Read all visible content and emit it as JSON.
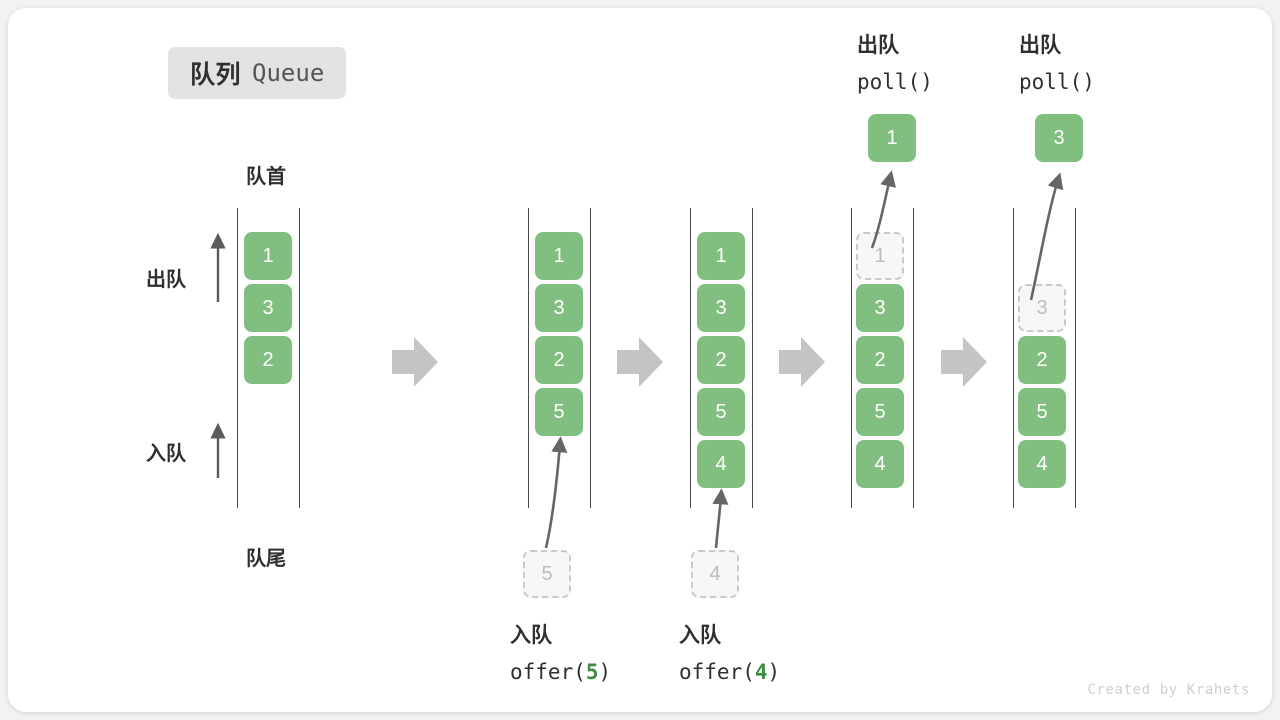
{
  "title": {
    "cn": "队列",
    "en": "Queue"
  },
  "axis_labels": {
    "head": "队首",
    "tail": "队尾",
    "dequeue": "出队",
    "enqueue": "入队"
  },
  "credit": "Created by Krahets",
  "colors": {
    "cell_fill": "#81bf81",
    "cell_text": "#ffffff",
    "ghost_fill": "#f7f7f7",
    "ghost_border": "#c9c9c9",
    "ghost_text": "#bdbdbd",
    "rail": "#4a4a4a",
    "arrow": "#666666",
    "big_arrow": "#c4c4c4",
    "accent_green": "#3f8c43",
    "badge_bg": "#e3e3e3"
  },
  "icons": {
    "transition": "right-arrow-icon",
    "dequeue_direction": "up-arrow-icon",
    "enqueue_direction": "up-arrow-icon",
    "curved": "curved-arrow-icon"
  },
  "steps": [
    {
      "id": "initial",
      "cells": [
        "1",
        "3",
        "2"
      ],
      "ghost_index": null,
      "ghost_value": null,
      "popped_value": null,
      "caption_cn": null,
      "caption_code": null,
      "caption_arg": null,
      "top_caption_cn": null,
      "top_caption_code": null
    },
    {
      "id": "offer-5",
      "cells": [
        "1",
        "3",
        "2",
        "5"
      ],
      "ghost_index": null,
      "ghost_value": "5",
      "popped_value": null,
      "caption_cn": "入队",
      "caption_code_prefix": "offer(",
      "caption_arg": "5",
      "caption_code_suffix": ")",
      "top_caption_cn": null,
      "top_caption_code": null
    },
    {
      "id": "offer-4",
      "cells": [
        "1",
        "3",
        "2",
        "5",
        "4"
      ],
      "ghost_index": null,
      "ghost_value": "4",
      "popped_value": null,
      "caption_cn": "入队",
      "caption_code_prefix": "offer(",
      "caption_arg": "4",
      "caption_code_suffix": ")",
      "top_caption_cn": null,
      "top_caption_code": null
    },
    {
      "id": "poll-1",
      "cells": [
        "3",
        "2",
        "5",
        "4"
      ],
      "ghost_index": 0,
      "ghost_value": "1",
      "popped_value": "1",
      "caption_cn": null,
      "caption_code": null,
      "top_caption_cn": "出队",
      "top_caption_code": "poll()"
    },
    {
      "id": "poll-3",
      "cells": [
        "2",
        "5",
        "4"
      ],
      "ghost_index": 1,
      "ghost_value": "3",
      "popped_value": "3",
      "caption_cn": null,
      "caption_code": null,
      "top_caption_cn": "出队",
      "top_caption_code": "poll()"
    }
  ]
}
